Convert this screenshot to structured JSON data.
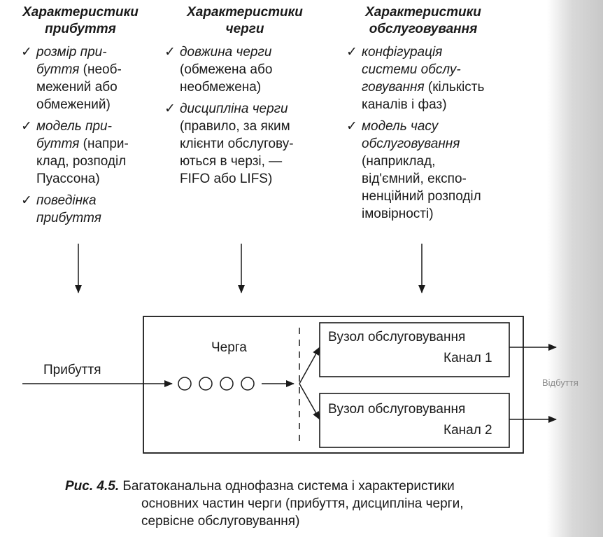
{
  "columns": [
    {
      "title": [
        "Характеристики",
        "прибуття"
      ],
      "items": [
        {
          "italic": "розмір при-\nбуття",
          "plain": " (необ-\nмежений або\nобмежений)"
        },
        {
          "italic": "модель при-\nбуття",
          "plain": " (напри-\nклад, розподіл\nПуассона)"
        },
        {
          "italic": "поведінка\nприбуття",
          "plain": ""
        }
      ]
    },
    {
      "title": [
        "Характеристики",
        "черги"
      ],
      "items": [
        {
          "italic": "довжина черги",
          "plain": "\n(обмежена або\nнеобмежена)"
        },
        {
          "italic": "дисципліна черги",
          "plain": "\n(правило, за яким\nклієнти обслугову-\nються в черзі, —\nFIFO або LIFS)"
        }
      ]
    },
    {
      "title": [
        "Характеристики",
        "обслуговування"
      ],
      "items": [
        {
          "italic": "конфігурація\nсистеми обслу-\nговування",
          "plain": " (кількість\nканалів і фаз)"
        },
        {
          "italic": "модель часу\nобслуговування",
          "plain": "\n(наприклад,\nвід'ємний, експо-\nненційний розподіл\nімовірності)"
        }
      ]
    }
  ],
  "checkmark": "✓",
  "diagram": {
    "arrival_label": "Прибуття",
    "queue_label": "Черга",
    "server1": {
      "name": "Вузол обслуговування",
      "channel": "Канал 1"
    },
    "server2": {
      "name": "Вузол обслуговування",
      "channel": "Канал 2"
    },
    "exit_label": "Відбуття"
  },
  "caption": {
    "fig": "Рис. 4.5.",
    "line1": " Багатоканальна однофазна система і характеристики",
    "line2": "основних частин черги (прибуття, дисципліна черги,",
    "line3": "сервісне обслуговування)"
  }
}
